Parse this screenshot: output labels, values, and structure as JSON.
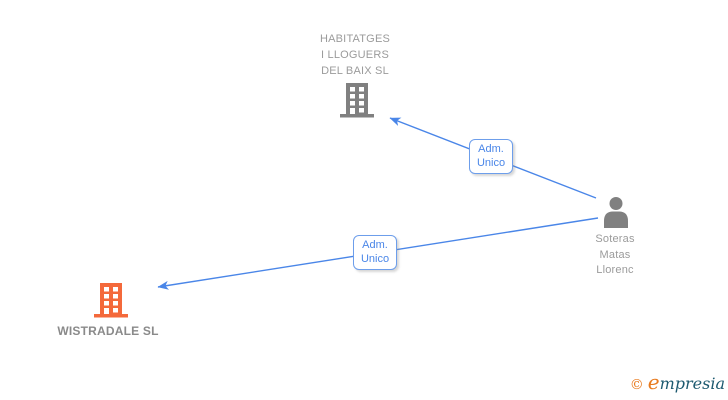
{
  "diagram_type": "corporate-relationship-graph",
  "nodes": {
    "company_top": {
      "type": "company",
      "icon": "building-icon",
      "icon_color": "#808080",
      "line1": "HABITATGES",
      "line2": "I LLOGUERS",
      "line3": "DEL BAIX SL"
    },
    "person": {
      "type": "person",
      "icon": "person-icon",
      "icon_color": "#808080",
      "line1": "Soteras",
      "line2": "Matas",
      "line3": "Llorenc"
    },
    "company_bottom": {
      "type": "company",
      "icon": "building-icon",
      "icon_color": "#f4693b",
      "label": "WISTRADALE SL"
    }
  },
  "edges": [
    {
      "from": "person",
      "to": "company_top",
      "label_line1": "Adm.",
      "label_line2": "Unico"
    },
    {
      "from": "person",
      "to": "company_bottom",
      "label_line1": "Adm.",
      "label_line2": "Unico"
    }
  ],
  "watermark": {
    "copyright": "©",
    "brand_initial": "e",
    "brand_rest": "mpresia"
  },
  "colors": {
    "edge_blue": "#4a86e8",
    "edge_box_border": "#6d9eeb",
    "label_gray": "#9b9b9b",
    "icon_gray": "#808080",
    "icon_orange": "#f4693b",
    "watermark_orange": "#e87a1e",
    "watermark_teal": "#1d5a70"
  }
}
